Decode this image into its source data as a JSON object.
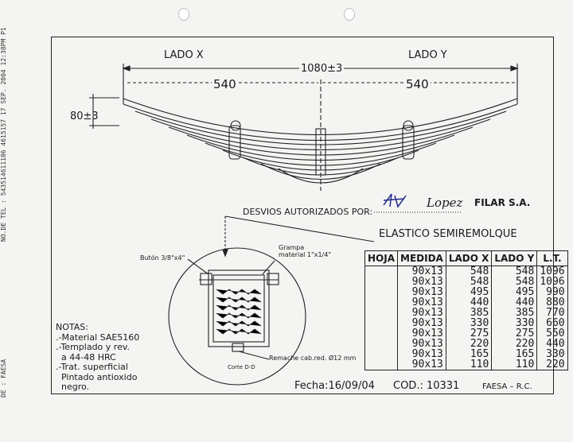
{
  "fax_header": {
    "line1": "NO.DE TEL : 543514611106 4615157  17 SEP. 2004 12:38PM P1",
    "line2": "DE : FAESA"
  },
  "drawing": {
    "side_x": "LADO X",
    "side_y": "LADO Y",
    "total_length": "1080±3",
    "half_left": "540",
    "half_right": "540",
    "height": "80±3",
    "desvios_label": "DESVIOS AUTORIZADOS POR:",
    "signature": "Lopez",
    "company": "FILAR S.A.",
    "product_title": "ELASTICO SEMIREMOLQUE",
    "detail": {
      "buton": "Butón 3/8\"x4\"",
      "grampa": "Grampa\nmaterial 1\"x1/4\"",
      "remache": "Remache cab.red. Ø12 mm",
      "corte": "Corte D-D"
    }
  },
  "table": {
    "headers": [
      "HOJA",
      "MEDIDA",
      "LADO X",
      "LADO Y",
      "L.T."
    ],
    "rows": [
      [
        "",
        "90x13",
        "548",
        "548",
        "1096"
      ],
      [
        "",
        "90x13",
        "548",
        "548",
        "1096"
      ],
      [
        "",
        "90x13",
        "495",
        "495",
        "990"
      ],
      [
        "",
        "90x13",
        "440",
        "440",
        "880"
      ],
      [
        "",
        "90x13",
        "385",
        "385",
        "770"
      ],
      [
        "",
        "90x13",
        "330",
        "330",
        "660"
      ],
      [
        "",
        "90x13",
        "275",
        "275",
        "550"
      ],
      [
        "",
        "90x13",
        "220",
        "220",
        "440"
      ],
      [
        "",
        "90x13",
        "165",
        "165",
        "330"
      ],
      [
        "",
        "90x13",
        "110",
        "110",
        "220"
      ]
    ]
  },
  "notes": {
    "title": "NOTAS:",
    "items": [
      ".-Material SAE5160",
      ".-Templado y rev.",
      "  a 44-48 HRC",
      ".-Trat. superficial",
      "  Pintado antioxido",
      "  negro."
    ]
  },
  "footer": {
    "fecha": "Fecha:16/09/04",
    "cod": "COD.: 10331",
    "firma": "FAESA – R.C."
  }
}
